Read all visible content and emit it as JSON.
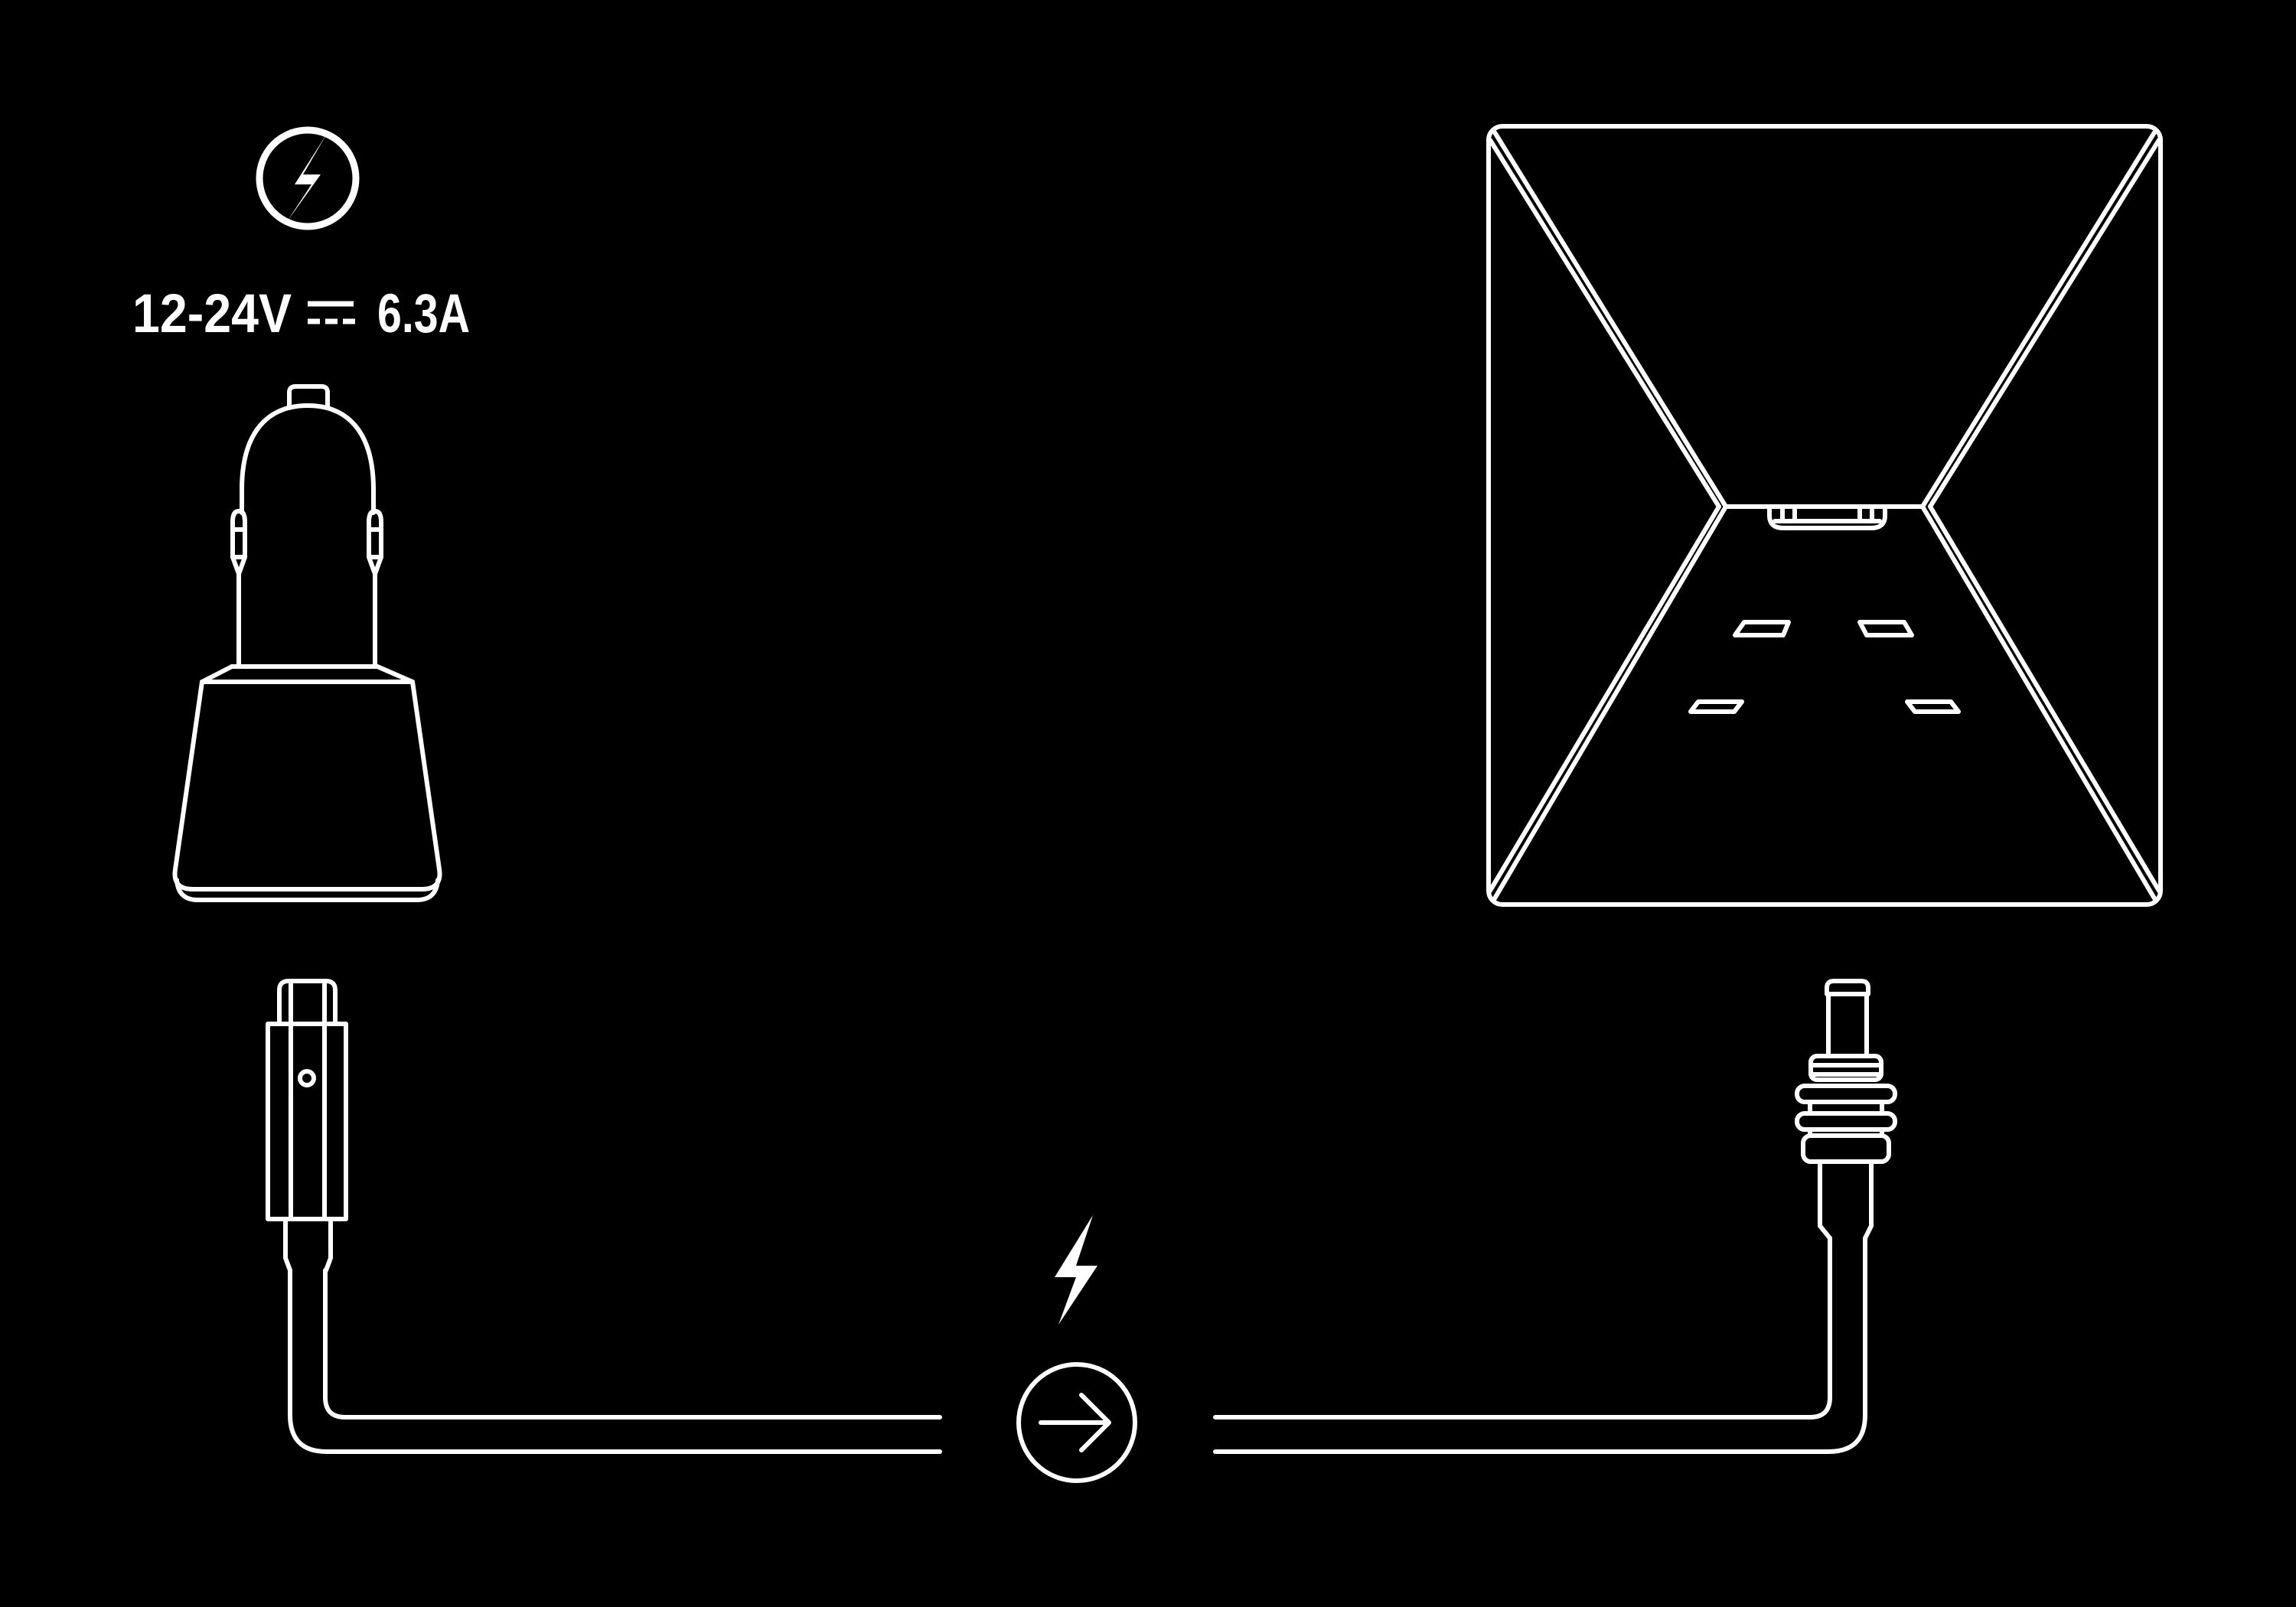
{
  "theme": {
    "background": "#000000",
    "line": "#ffffff"
  },
  "power_spec": {
    "icon": "lightning-bolt-circle-icon",
    "voltage_range": "12-24V",
    "dc_symbol": "direct-current-symbol",
    "current": "6.3A"
  },
  "left_device": {
    "name": "car-power-adapter-illustration"
  },
  "right_device": {
    "name": "box-interior-illustration"
  },
  "cable": {
    "left_connector": "usb-c-plug",
    "right_connector": "dc-barrel-plug",
    "energy_icon": "lightning-bolt-icon",
    "transfer_icon": "arrow-right-circle-icon"
  }
}
